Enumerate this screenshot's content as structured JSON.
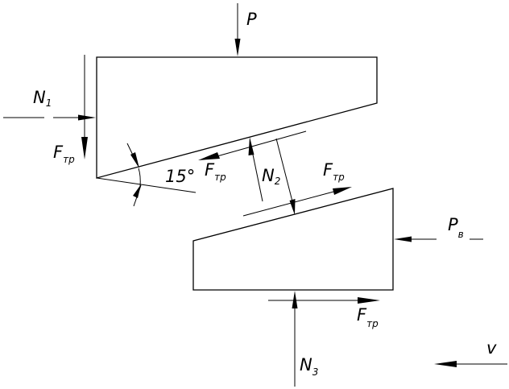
{
  "labels": {
    "p": "P",
    "n1_main": "N",
    "n1_sub": "1",
    "ftr_main": "F",
    "ftr_sub": "тр",
    "angle": "15°",
    "n2_main": "N",
    "n2_sub": "2",
    "pv_main": "P",
    "pv_sub": "в",
    "n3_main": "N",
    "n3_sub": "3",
    "v": "v"
  }
}
